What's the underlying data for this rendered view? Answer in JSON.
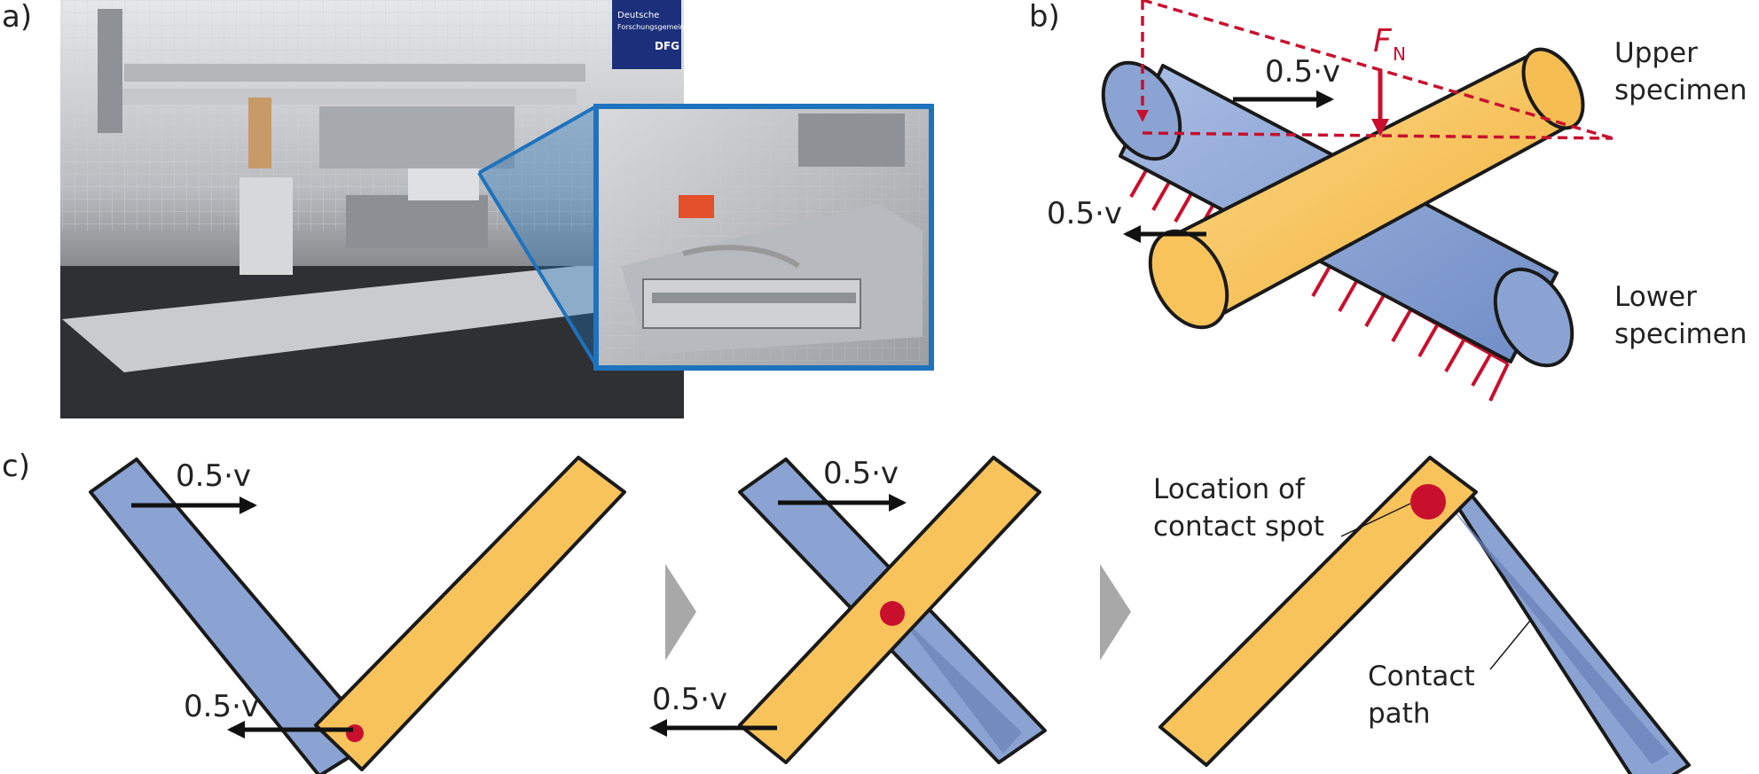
{
  "panels": {
    "a": {
      "letter": "a)",
      "sign_line1": "Deutsche",
      "sign_line2": "Forschungsgemeinschaft",
      "sign_logo": "DFG"
    },
    "b": {
      "letter": "b)",
      "upper_specimen": [
        "Upper",
        "specimen"
      ],
      "lower_specimen": [
        "Lower",
        "specimen"
      ],
      "speed_upper": "0.5·v",
      "speed_lower": "0.5·v",
      "force_symbol": "F",
      "force_subscript": "N"
    },
    "c": {
      "letter": "c)",
      "step1": {
        "speed_top": "0.5·v",
        "speed_bottom": "0.5·v"
      },
      "step2": {
        "speed_top": "0.5·v",
        "speed_bottom": "0.5·v"
      },
      "step3": {
        "contact_spot_label": [
          "Location of",
          "contact spot"
        ],
        "contact_path_label": [
          "Contact",
          "path"
        ]
      }
    }
  },
  "colors": {
    "upper_specimen": "#f9c35c",
    "lower_specimen": "#8aa3d3",
    "contact_and_force": "#c8102e",
    "outline": "#1a1a1a",
    "inset_frame": "#1e73be",
    "step_marker": "#a8a8a8"
  }
}
